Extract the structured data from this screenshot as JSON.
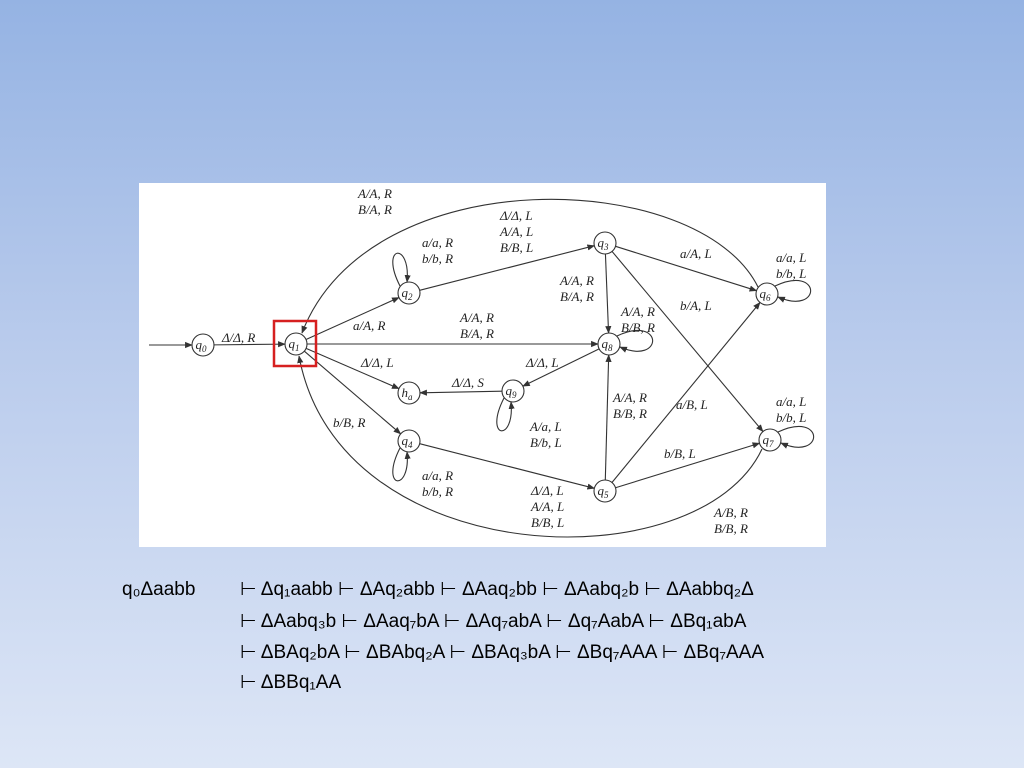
{
  "diagram": {
    "nodes": {
      "q0": {
        "base": "q",
        "sub": "0"
      },
      "q1": {
        "base": "q",
        "sub": "1"
      },
      "q2": {
        "base": "q",
        "sub": "2"
      },
      "q3": {
        "base": "q",
        "sub": "3"
      },
      "q4": {
        "base": "q",
        "sub": "4"
      },
      "q5": {
        "base": "q",
        "sub": "5"
      },
      "q6": {
        "base": "q",
        "sub": "6"
      },
      "q7": {
        "base": "q",
        "sub": "7"
      },
      "q8": {
        "base": "q",
        "sub": "8"
      },
      "q9": {
        "base": "q",
        "sub": "9"
      },
      "ha": {
        "base": "h",
        "sub": "a"
      }
    },
    "labels": {
      "q0_q1": [
        "Δ/Δ, R"
      ],
      "q1_q2": [
        "a/A, R"
      ],
      "q1_q8": [
        "A/A, R",
        "B/A, R"
      ],
      "q1_ha": [
        "Δ/Δ, L"
      ],
      "q1_q4": [
        "b/B, R"
      ],
      "top_arc": [
        "A/A, R",
        "B/A, R"
      ],
      "q2_loop": [
        "a/a, R",
        "b/b, R"
      ],
      "q2_q3": [
        "Δ/Δ, L",
        "A/A, L",
        "B/B, L"
      ],
      "q3_q6": [
        "a/A, L"
      ],
      "q3_q8": [
        "A/A, R",
        "B/A, R"
      ],
      "q3_q7": [
        "b/A, L"
      ],
      "q6_loop": [
        "a/a, L",
        "b/b, L"
      ],
      "q8_loop": [
        "A/A, R",
        "B/B, R"
      ],
      "q8_q9": [
        "Δ/Δ, L"
      ],
      "q9_ha": [
        "Δ/Δ, S"
      ],
      "q9_loop": [
        "A/a, L",
        "B/b, L"
      ],
      "q5_q8": [
        "A/A, R",
        "B/B, R"
      ],
      "q5_q6": [
        "a/B, L"
      ],
      "q5_q7": [
        "b/B, L"
      ],
      "q4_loop": [
        "a/a, R",
        "b/b, R"
      ],
      "q4_q5": [
        "Δ/Δ, L",
        "A/A, L",
        "B/B, L"
      ],
      "q7_loop": [
        "a/a, L",
        "b/b, L"
      ],
      "bottom_arc": [
        "A/B, R",
        "B/B, R"
      ]
    }
  },
  "trace": {
    "start": "q₀Δaabb",
    "lines": [
      "⊢ Δq₁aabb  ⊢ ΔAq₂abb  ⊢ ΔAaq₂bb  ⊢ ΔAabq₂b  ⊢ ΔAabbq₂Δ",
      "⊢ ΔAabq₃b  ⊢ ΔAaq₇bA  ⊢ ΔAq₇abA ⊢ Δq₇AabA  ⊢ ΔBq₁abA",
      "⊢ ΔBAq₂bA  ⊢ ΔBAbq₂A  ⊢ ΔBAq₃bA  ⊢ ΔBq₇AAA  ⊢ ΔBq₇AAA",
      "⊢ ΔBBq₁AA"
    ]
  },
  "colors": {
    "highlight": "#d62020",
    "ink": "#333333"
  }
}
